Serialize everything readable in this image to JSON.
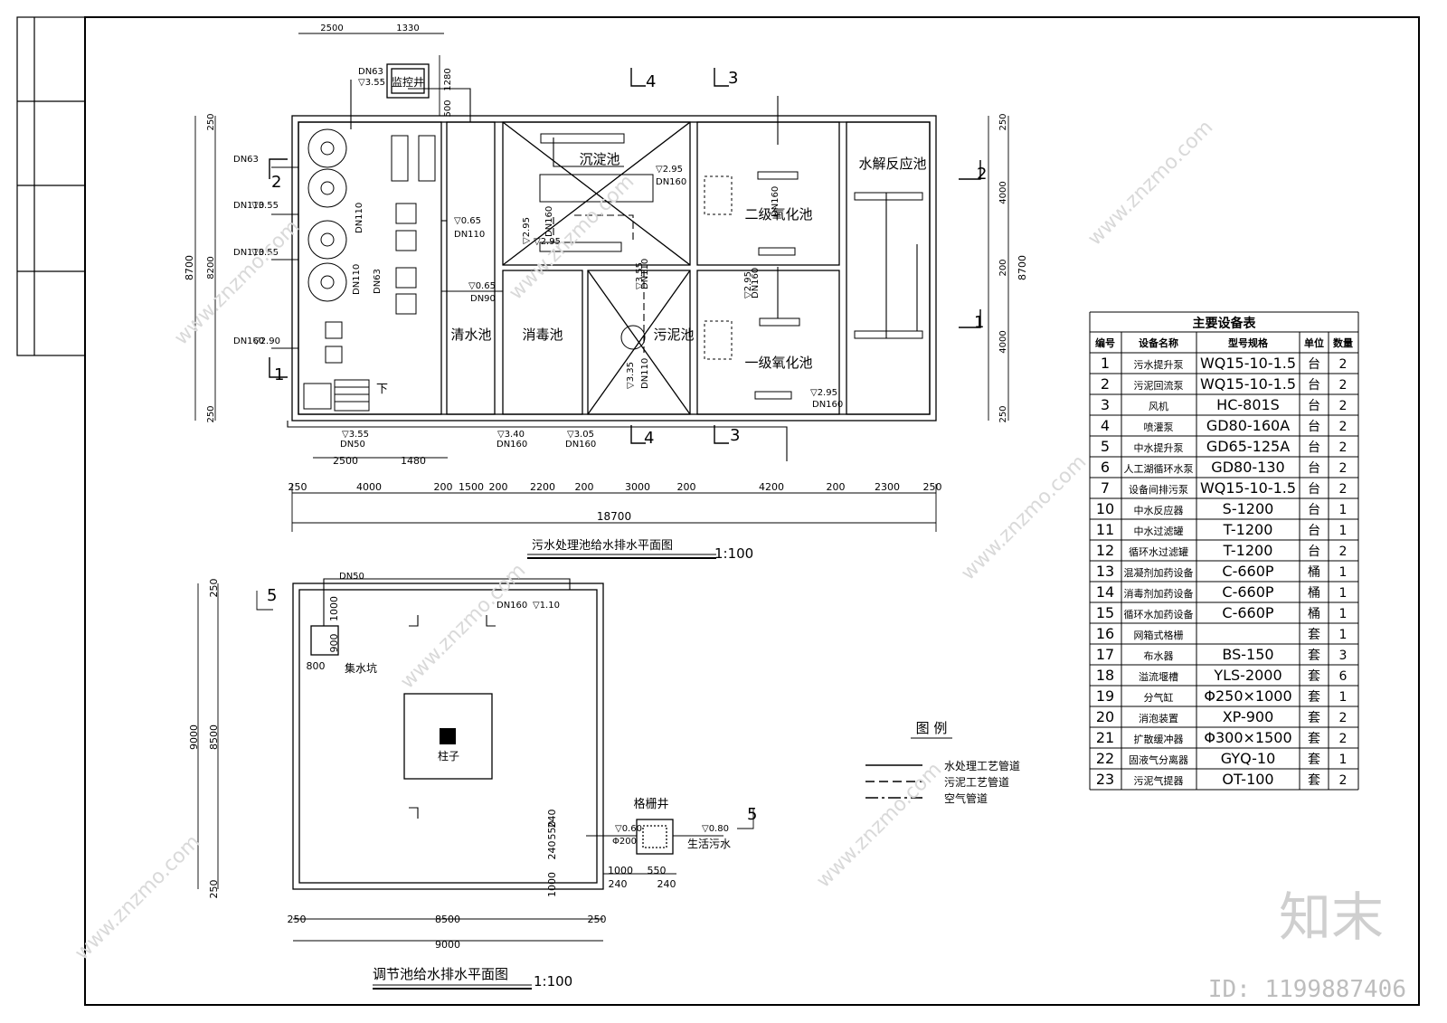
{
  "plan1": {
    "title": "污水处理池给水排水平面图",
    "scale": "1:100",
    "tanks": {
      "monitor_well": "监控井",
      "clean_water": "清水池",
      "settling": "沉淀池",
      "disinfection": "消毒池",
      "sludge": "污泥池",
      "oxidation2": "二级氧化池",
      "oxidation1": "一级氧化池",
      "hydrolysis": "水解反应池"
    },
    "dims_top": [
      "2500",
      "1330"
    ],
    "dims_bottom_mid": [
      "2500",
      "1480"
    ],
    "dims_bottom": [
      "250",
      "4000",
      "200",
      "1500",
      "200",
      "2200",
      "200",
      "3000",
      "200",
      "4200",
      "200",
      "2300",
      "250"
    ],
    "total_width": "18700",
    "dims_left": [
      "250",
      "8200",
      "250"
    ],
    "dims_left_total": "8700",
    "dims_right": [
      "250",
      "4000",
      "200",
      "4000",
      "250"
    ],
    "dims_right_total": "8700",
    "dims_vertical_top": [
      "1280",
      "500"
    ],
    "pipe_labels": [
      "DN63",
      "▽3.55",
      "DN63",
      "DN110",
      "▽3.55",
      "DN110",
      "▽3.55",
      "DN160",
      "▽2.90",
      "▽0.65",
      "DN110",
      "▽0.65",
      "DN90",
      "▽2.95",
      "DN160",
      "DN160",
      "▽2.95",
      "▽3.55",
      "DN110",
      "▽3.35",
      "DN110",
      "▽2.95",
      "DN160",
      "▽2.95",
      "DN160",
      "▽3.55",
      "DN50",
      "▽3.40",
      "DN160",
      "▽3.05",
      "DN160",
      "▽2.95",
      "DN160",
      "DN110",
      "DN110",
      "DN63"
    ],
    "section_marks": [
      "1",
      "2",
      "3",
      "4"
    ],
    "down_label": "下"
  },
  "plan2": {
    "title": "调节池给水排水平面图",
    "scale": "1:100",
    "sump": "集水坑",
    "column": "柱子",
    "screen_well": "格栅井",
    "sewage": "生活污水",
    "pipe_labels": [
      "DN50",
      "DN160",
      "▽1.10",
      "▽0.60",
      "Φ200",
      "▽0.80"
    ],
    "dims": [
      "1000",
      "900",
      "800",
      "250",
      "8500",
      "250",
      "9000",
      "250",
      "8500",
      "250",
      "9000",
      "1000",
      "550",
      "240",
      "240",
      "1000",
      "240",
      "550",
      "240"
    ],
    "section_mark": "5"
  },
  "legend": {
    "title": "图 例",
    "items": [
      "水处理工艺管道",
      "污泥工艺管道",
      "空气管道"
    ]
  },
  "equipment_table": {
    "title": "主要设备表",
    "headers": [
      "编号",
      "设备名称",
      "型号规格",
      "单位",
      "数量"
    ],
    "rows": [
      [
        "1",
        "污水提升泵",
        "WQ15-10-1.5",
        "台",
        "2"
      ],
      [
        "2",
        "污泥回流泵",
        "WQ15-10-1.5",
        "台",
        "2"
      ],
      [
        "3",
        "风机",
        "HC-801S",
        "台",
        "2"
      ],
      [
        "4",
        "喷灌泵",
        "GD80-160A",
        "台",
        "2"
      ],
      [
        "5",
        "中水提升泵",
        "GD65-125A",
        "台",
        "2"
      ],
      [
        "6",
        "人工湖循环水泵",
        "GD80-130",
        "台",
        "2"
      ],
      [
        "7",
        "设备间排污泵",
        "WQ15-10-1.5",
        "台",
        "2"
      ],
      [
        "10",
        "中水反应器",
        "S-1200",
        "台",
        "1"
      ],
      [
        "11",
        "中水过滤罐",
        "T-1200",
        "台",
        "1"
      ],
      [
        "12",
        "循环水过滤罐",
        "T-1200",
        "台",
        "2"
      ],
      [
        "13",
        "混凝剂加药设备",
        "C-660P",
        "桶",
        "1"
      ],
      [
        "14",
        "消毒剂加药设备",
        "C-660P",
        "桶",
        "1"
      ],
      [
        "15",
        "循环水加药设备",
        "C-660P",
        "桶",
        "1"
      ],
      [
        "16",
        "网箱式格栅",
        "",
        "套",
        "1"
      ],
      [
        "17",
        "布水器",
        "BS-150",
        "套",
        "3"
      ],
      [
        "18",
        "溢流堰槽",
        "YLS-2000",
        "套",
        "6"
      ],
      [
        "19",
        "分气缸",
        "Φ250×1000",
        "套",
        "1"
      ],
      [
        "20",
        "消泡装置",
        "XP-900",
        "套",
        "2"
      ],
      [
        "21",
        "扩散缓冲器",
        "Φ300×1500",
        "套",
        "2"
      ],
      [
        "22",
        "固液气分离器",
        "GYQ-10",
        "套",
        "1"
      ],
      [
        "23",
        "污泥气提器",
        "OT-100",
        "套",
        "2"
      ]
    ]
  },
  "watermark": {
    "site": "www.znzmo.com",
    "brand": "知末",
    "id": "ID: 1199887406"
  }
}
